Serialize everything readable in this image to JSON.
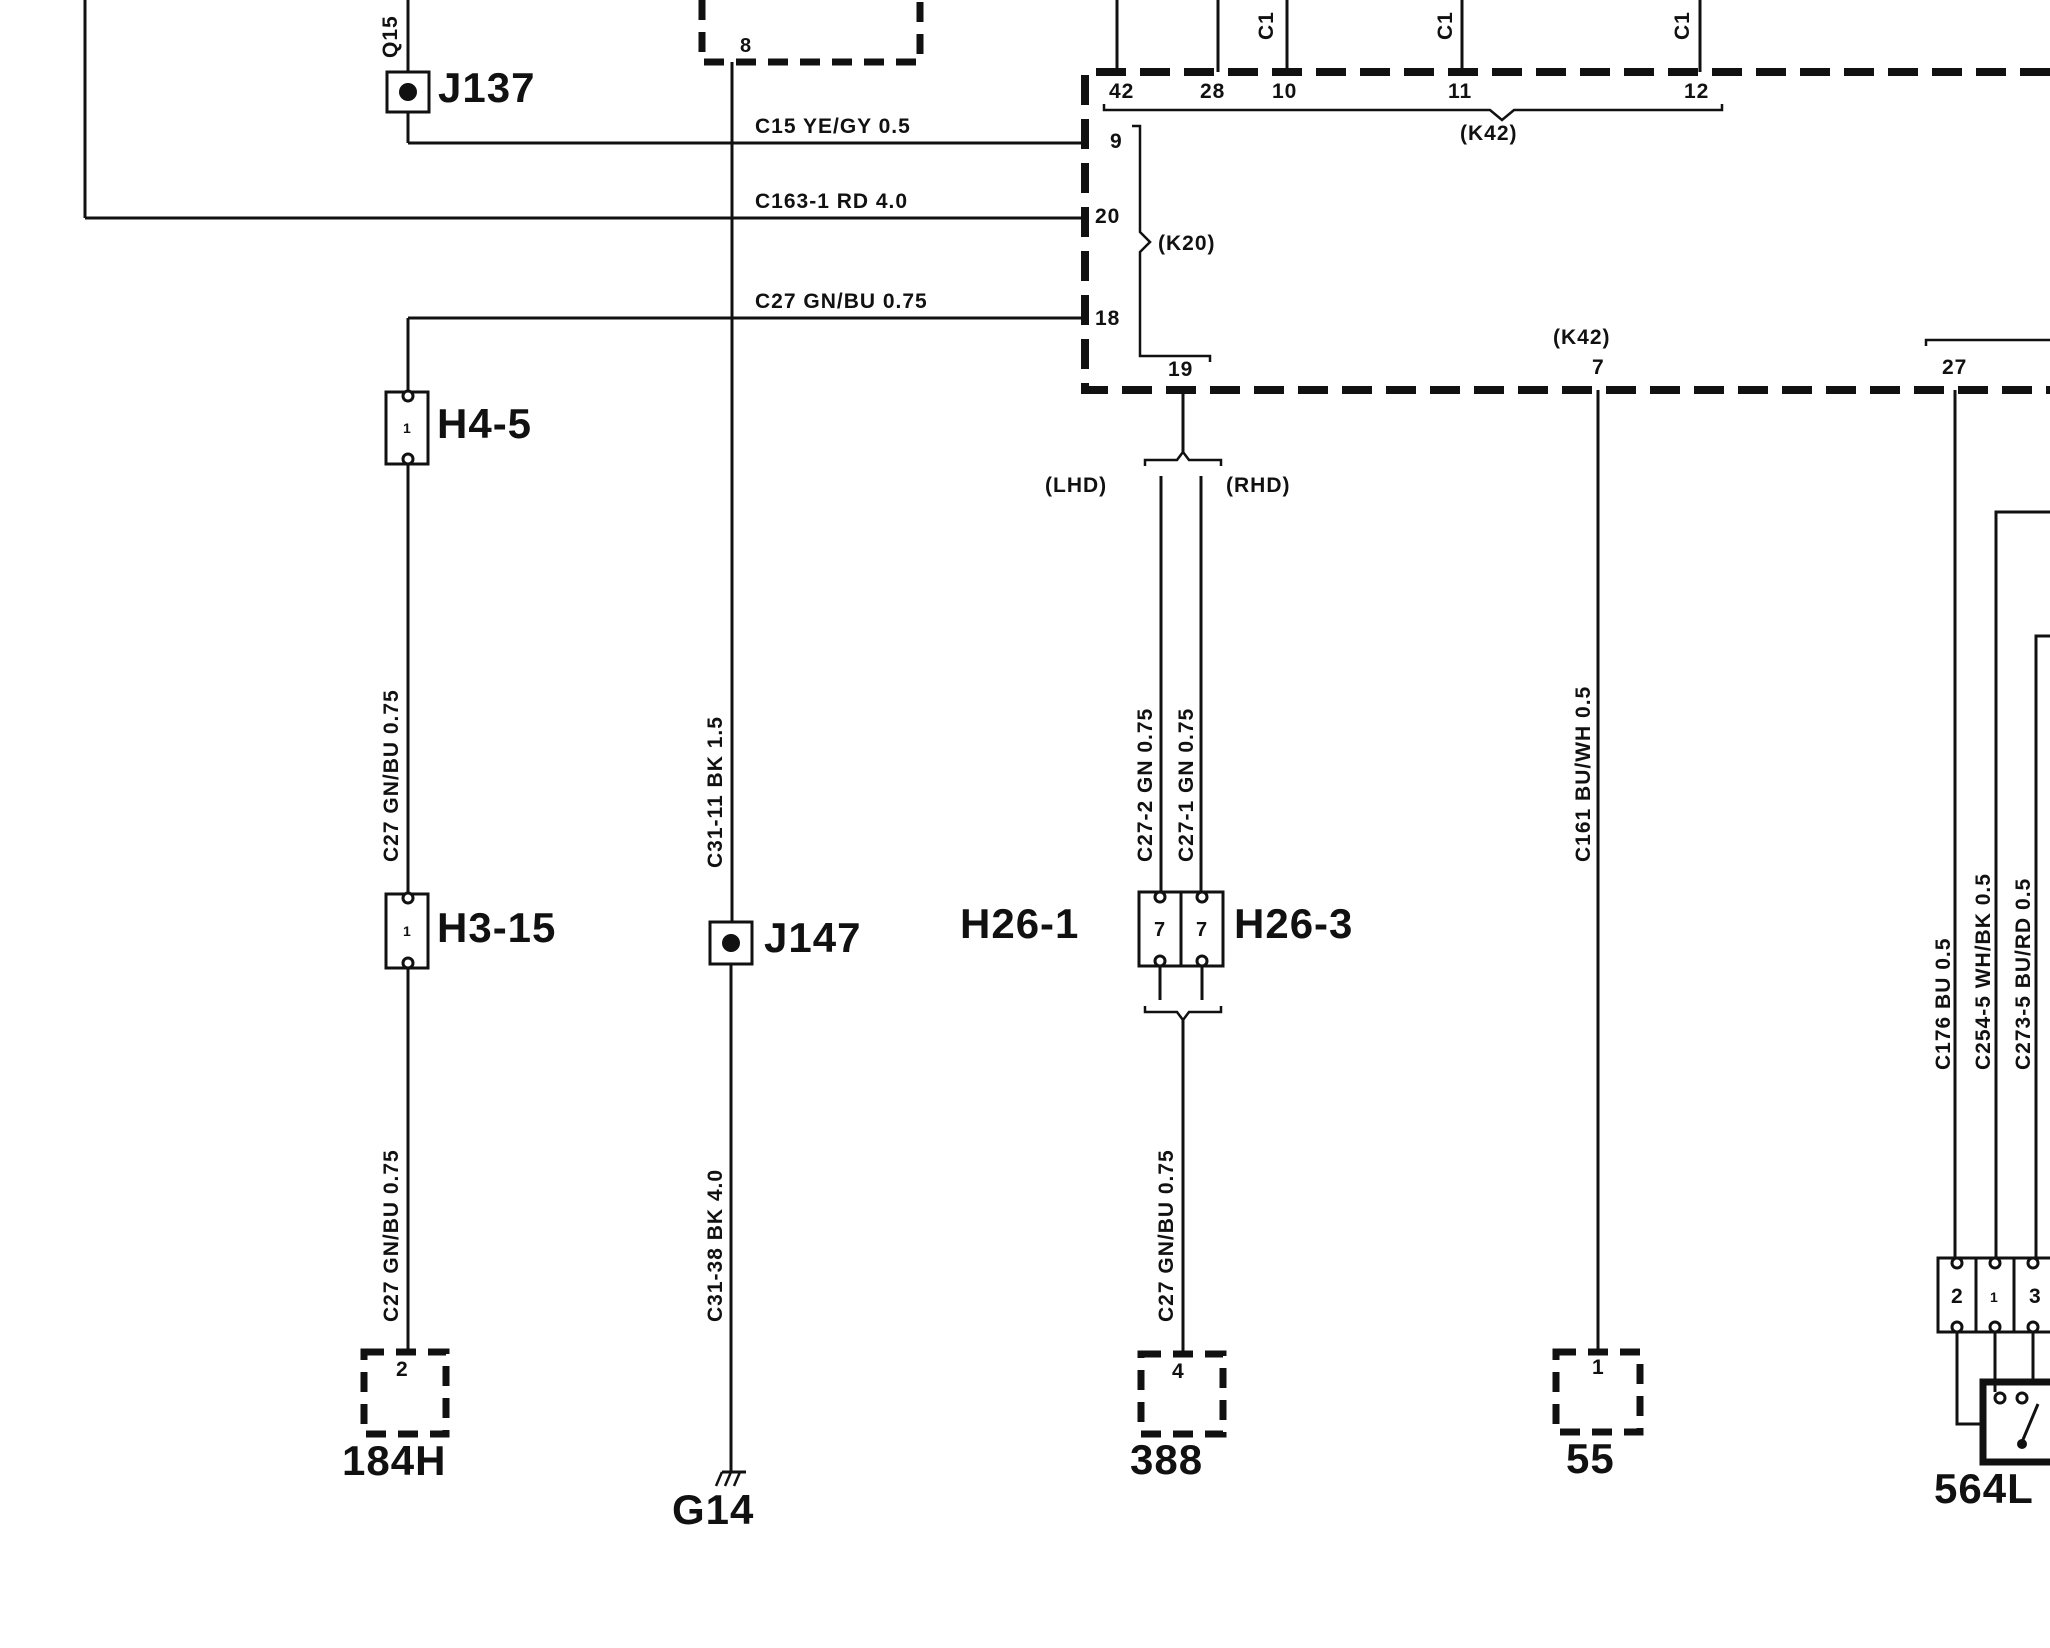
{
  "wires_horizontal": [
    {
      "id": "c15",
      "label": "C15   YE/GY   0.5"
    },
    {
      "id": "c163",
      "label": "C163-1    RD   4.0"
    },
    {
      "id": "c27",
      "label": "C27   GN/BU   0.75"
    }
  ],
  "wires_vertical": [
    {
      "id": "q15",
      "label": "Q15"
    },
    {
      "id": "h45_h315",
      "label": "C27   GN/BU   0.75"
    },
    {
      "id": "h315_184h",
      "label": "C27   GN/BU   0.75"
    },
    {
      "id": "c3111",
      "label": "C31-11      BK   1.5"
    },
    {
      "id": "c3138",
      "label": "C31-38      BK   4.0"
    },
    {
      "id": "c272",
      "label": "C27-2   GN   0.75"
    },
    {
      "id": "c271",
      "label": "C27-1   GN   0.75"
    },
    {
      "id": "c27_388",
      "label": "C27      GN/BU   0.75"
    },
    {
      "id": "c161",
      "label": "C161      BU/WH   0.5"
    },
    {
      "id": "c176",
      "label": "C176  BU  0.5"
    },
    {
      "id": "c2545",
      "label": "C254-5  WH/BK 0.5"
    },
    {
      "id": "c2735",
      "label": "C273-5  BU/RD 0.5"
    },
    {
      "id": "c1a",
      "label": "C1"
    },
    {
      "id": "c1b",
      "label": "C1"
    },
    {
      "id": "c1c",
      "label": "C1"
    }
  ],
  "pins": {
    "top_left_box": "8",
    "k42_top": [
      "42",
      "28",
      "10",
      "11",
      "12"
    ],
    "k20_side": [
      "9",
      "20",
      "18"
    ],
    "p19": "19",
    "p7": "7",
    "p27": "27"
  },
  "groups": {
    "k42_top": "(K42)",
    "k20": "(K20)",
    "k42_mid": "(K42)",
    "lhd": "(LHD)",
    "rhd": "(RHD)"
  },
  "splices": {
    "j137": "J137",
    "j147": "J147"
  },
  "connectors": {
    "h45": {
      "label": "H4-5",
      "pin": "1"
    },
    "h315": {
      "label": "H3-15",
      "pin": "1"
    },
    "h261": {
      "label": "H26-1",
      "pin": "7"
    },
    "h263": {
      "label": "H26-3",
      "pin": "7"
    },
    "r564": {
      "pins": [
        "2",
        "1",
        "3"
      ]
    }
  },
  "components": {
    "c184h": {
      "label": "184H",
      "pin": "2"
    },
    "g14": {
      "label": "G14"
    },
    "c388": {
      "label": "388",
      "pin": "4"
    },
    "c55": {
      "label": "55",
      "pin": "1"
    },
    "c564l": {
      "label": "564L"
    }
  }
}
